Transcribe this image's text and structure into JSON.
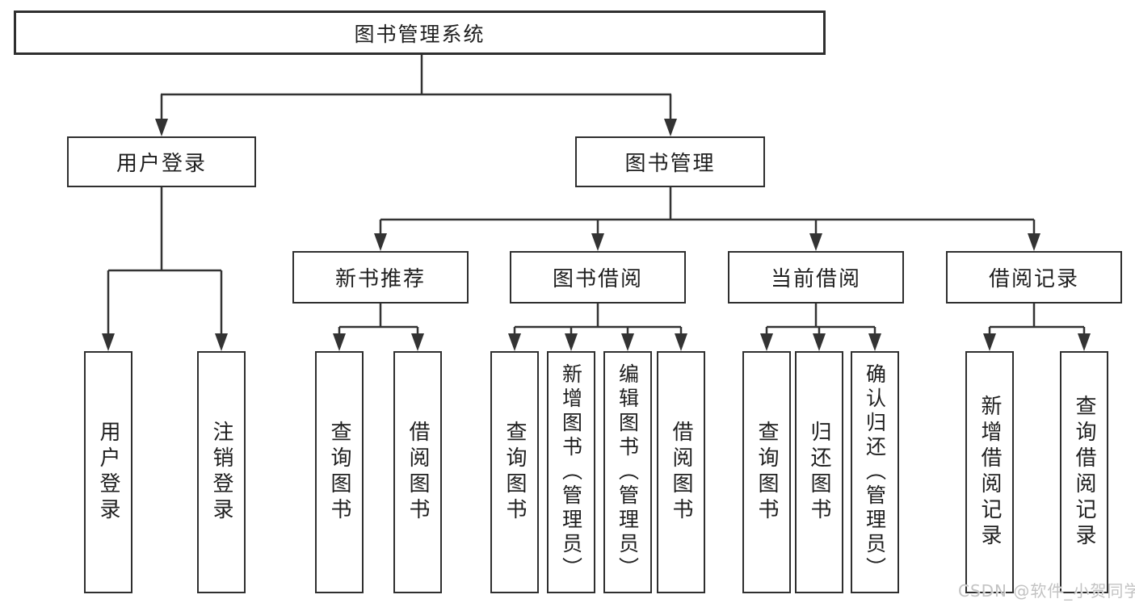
{
  "diagram": {
    "type": "hierarchy-tree",
    "colors": {
      "line": "#333333",
      "box_border": "#2f2f2f",
      "box_background": "#ffffff",
      "text": "#1f1f1f",
      "watermark": "#c3c3c3"
    },
    "watermark": "CSDN @软件_小贺同学",
    "tree": {
      "root": "图书管理系统",
      "branches": [
        {
          "label": "用户登录",
          "leaves": [
            "用户登录",
            "注销登录"
          ]
        },
        {
          "label": "图书管理",
          "groups": [
            {
              "label": "新书推荐",
              "leaves": [
                "查询图书",
                "借阅图书"
              ]
            },
            {
              "label": "图书借阅",
              "leaves": [
                "查询图书",
                "新增图书（管理员）",
                "编辑图书（管理员）",
                "借阅图书"
              ]
            },
            {
              "label": "当前借阅",
              "leaves": [
                "查询图书",
                "归还图书",
                "确认归还（管理员）"
              ]
            },
            {
              "label": "借阅记录",
              "leaves": [
                "新增借阅记录",
                "查询借阅记录"
              ]
            }
          ]
        }
      ]
    }
  }
}
